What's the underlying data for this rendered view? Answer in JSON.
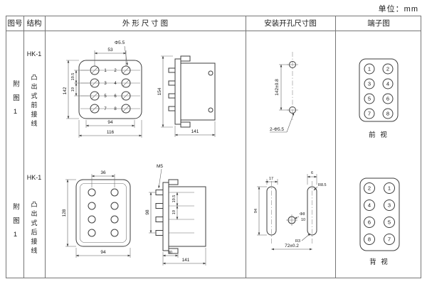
{
  "unit_label": "单位：mm",
  "header": {
    "fig_no": "图号",
    "structure": "结构",
    "outline": "外 形 尺 寸 图",
    "mounting": "安装开孔尺寸图",
    "terminal": "端子图"
  },
  "rows": [
    {
      "fig_no": "附图1",
      "model": "HK-1",
      "structure_desc": "凸出式前接线",
      "outline": {
        "dim_53": "53",
        "dim_phi55": "Φ5.5",
        "dim_142": "142",
        "dim_195": "19.5",
        "dim_19": "19",
        "dim_94": "94",
        "dim_116": "116",
        "dim_154": "154",
        "dim_141": "141",
        "terminals": [
          "1",
          "2",
          "3",
          "4",
          "5",
          "6",
          "7",
          "8"
        ]
      },
      "mounting": {
        "dim_height": "142±0.8",
        "dim_holes": "2-Φ5.5"
      },
      "terminal": {
        "left": [
          "1",
          "3",
          "5",
          "7"
        ],
        "right": [
          "2",
          "4",
          "6",
          "8"
        ],
        "view_label": "前 视"
      }
    },
    {
      "fig_no": "附图1",
      "model": "HK-1",
      "structure_desc": "凸出式后接线",
      "outline": {
        "dim_36": "36",
        "dim_m5": "M5",
        "dim_128": "128",
        "dim_98": "98",
        "dim_195": "19.5",
        "dim_19": "19",
        "dim_94": "94",
        "dim_30": "30",
        "dim_141": "141"
      },
      "mounting": {
        "dim_17": "17",
        "dim_6": "6",
        "dim_r85": "R8.5",
        "dim_94": "94",
        "dim_phi8": "Φ8",
        "dim_10": "10",
        "dim_72": "72±0.2",
        "dim_r3": "R3"
      },
      "terminal": {
        "left": [
          "2",
          "4",
          "6",
          "8"
        ],
        "right": [
          "1",
          "3",
          "5",
          "7"
        ],
        "view_label": "背 视"
      }
    }
  ]
}
